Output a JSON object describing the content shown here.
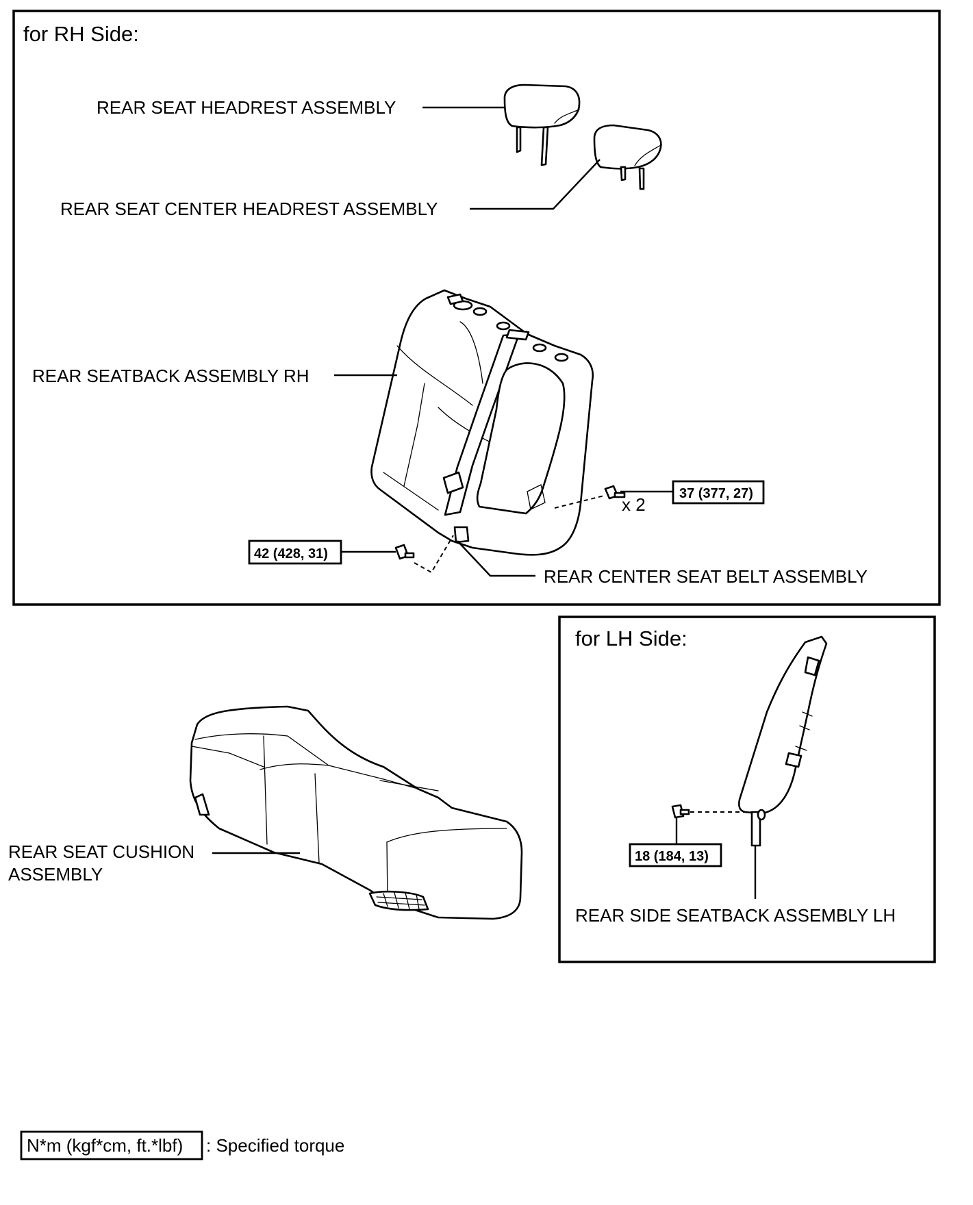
{
  "rh_section": {
    "heading": "for RH Side:",
    "labels": {
      "headrest": "REAR SEAT HEADREST ASSEMBLY",
      "center_headrest": "REAR SEAT CENTER HEADREST ASSEMBLY",
      "seatback_rh": "REAR SEATBACK ASSEMBLY RH",
      "center_belt": "REAR CENTER SEAT BELT ASSEMBLY"
    },
    "torques": {
      "seatback_bolt": "37 (377, 27)",
      "belt_bolt": "42 (428, 31)"
    },
    "bolt_quantity": "x 2"
  },
  "cushion": {
    "label_line1": "REAR SEAT CUSHION",
    "label_line2": "ASSEMBLY"
  },
  "lh_section": {
    "heading": "for LH Side:",
    "label": "REAR SIDE SEATBACK ASSEMBLY LH",
    "torque": "18 (184, 13)"
  },
  "legend": {
    "unit": "N*m (kgf*cm, ft.*lbf)",
    "text": ": Specified torque"
  }
}
